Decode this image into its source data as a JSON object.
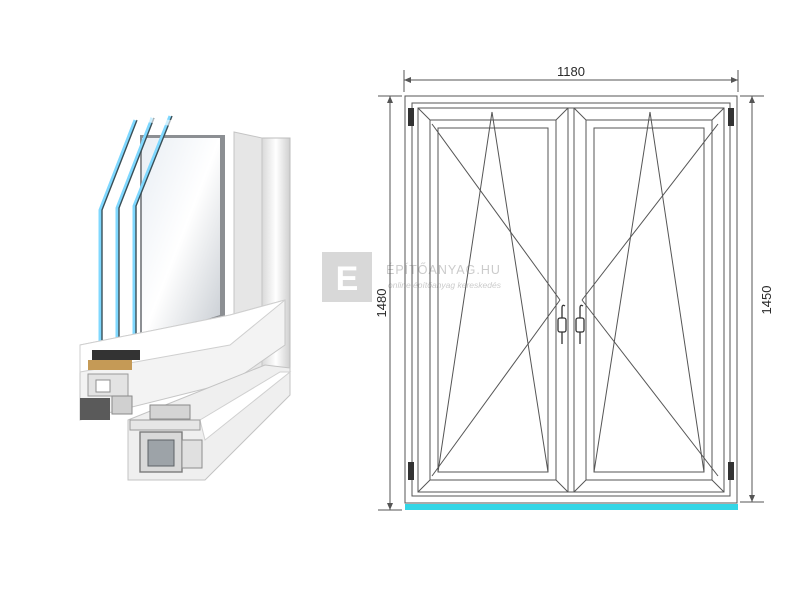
{
  "dimensions": {
    "width": "1180",
    "outer_height": "1480",
    "sash_height": "1450"
  },
  "watermark": {
    "brand": "ÉPÍTŐANYAG.HU",
    "tagline": "online építőanyag kereskedés",
    "logo_letter": "E"
  },
  "colors": {
    "frame_line": "#555555",
    "sill_accent": "#33d6e6",
    "glass_edge": "#7fd8ff",
    "profile_white": "#f4f4f4",
    "gasket": "#333333",
    "watermark_box": "#d6d6d6"
  }
}
